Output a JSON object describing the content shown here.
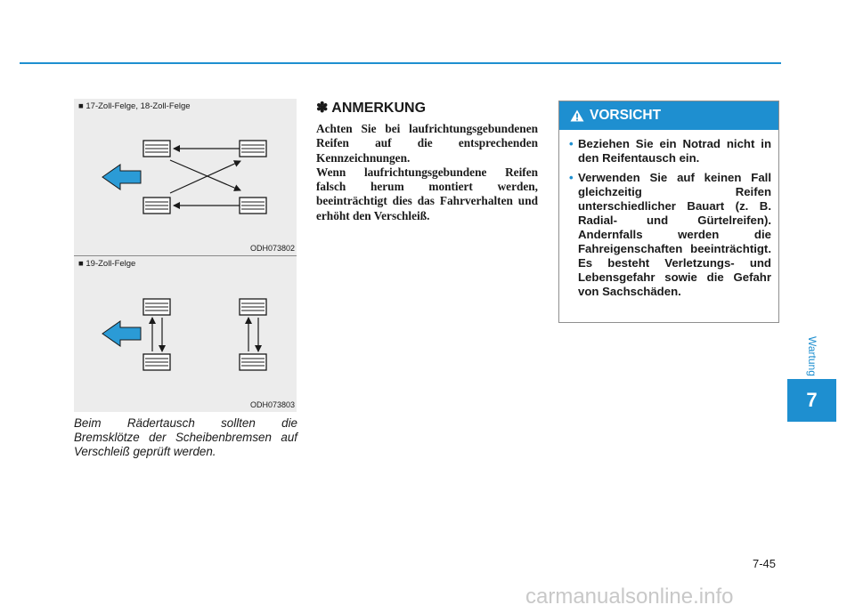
{
  "figures": [
    {
      "label": "■ 17-Zoll-Felge, 18-Zoll-Felge",
      "code": "ODH073802",
      "icons": [
        "direction-arrow",
        "tire",
        "rotation-arrow"
      ]
    },
    {
      "label": "■ 19-Zoll-Felge",
      "code": "ODH073803",
      "icons": [
        "direction-arrow",
        "tire",
        "rotation-arrow"
      ]
    }
  ],
  "caption": "Beim Rädertausch sollten die Bremsklötze der Scheibenbremsen auf Verschleiß geprüft werden.",
  "note": {
    "title": "✽ ANMERKUNG",
    "paragraphs": [
      "Achten Sie bei laufrichtungsgebundenen Reifen auf die entsprechenden Kennzeichnungen.",
      "Wenn laufrichtungsgebundene Reifen falsch herum montiert werden, beeinträchtigt dies das Fahrverhalten und erhöht den Verschleiß."
    ]
  },
  "caution": {
    "title": "VORSICHT",
    "icon": "warning-triangle",
    "items": [
      "Beziehen Sie ein Notrad nicht in den Reifentausch ein.",
      "Verwenden Sie auf keinen Fall gleichzeitig Reifen unterschiedlicher Bauart (z. B. Radial- und Gürtelreifen). Andernfalls werden die Fahreigenschaften beeinträchtigt. Es besteht Verletzungs- und Lebensgefahr sowie die Gefahr von Sachschäden."
    ]
  },
  "chapter": {
    "label": "Wartung",
    "number": "7"
  },
  "page_number": "7-45",
  "watermark": "carmanualsonline.info",
  "colors": {
    "accent": "#1e8fd0",
    "figure_bg": "#ececec",
    "arrow_fill": "#2b9bd6"
  }
}
